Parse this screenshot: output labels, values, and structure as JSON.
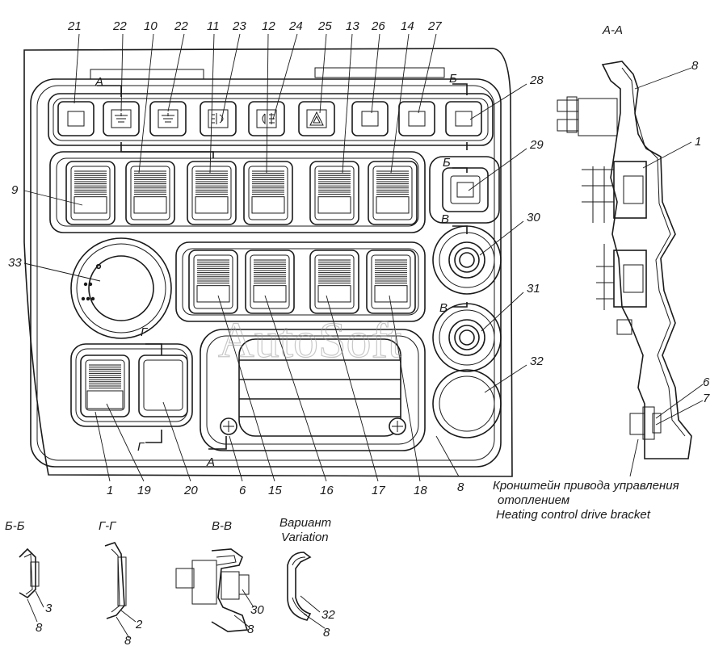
{
  "callouts": {
    "top": [
      "21",
      "22",
      "10",
      "22",
      "11",
      "23",
      "12",
      "24",
      "25",
      "13",
      "26",
      "14",
      "27"
    ],
    "right": [
      "28",
      "29",
      "30",
      "31",
      "32"
    ],
    "left": [
      "9",
      "33"
    ],
    "bottom": [
      "1",
      "19",
      "20",
      "6",
      "15",
      "16",
      "17",
      "18",
      "8"
    ]
  },
  "section_marks": {
    "a_top": "А",
    "a_bottom": "А",
    "b_top": "Б",
    "b_mid": "Б",
    "v_top": "В",
    "v_mid": "В",
    "g_top": "Г",
    "g_bottom": "Г"
  },
  "section_aa": {
    "title": "А-А",
    "labels": [
      "8",
      "1",
      "6",
      "7"
    ]
  },
  "bracket_caption": {
    "ru_line1": "Кронштейн привода управления",
    "ru_line2": "отоплением",
    "en": "Heating control drive bracket"
  },
  "details": [
    {
      "title": "Б-Б",
      "labels": [
        "3",
        "8"
      ]
    },
    {
      "title": "Г-Г",
      "labels": [
        "2",
        "8"
      ]
    },
    {
      "title": "В-В",
      "labels": [
        "30",
        "8"
      ]
    },
    {
      "title_ru": "Вариант",
      "title_en": "Variation",
      "labels": [
        "32",
        "8"
      ]
    }
  ],
  "watermark": "AutoSoft"
}
